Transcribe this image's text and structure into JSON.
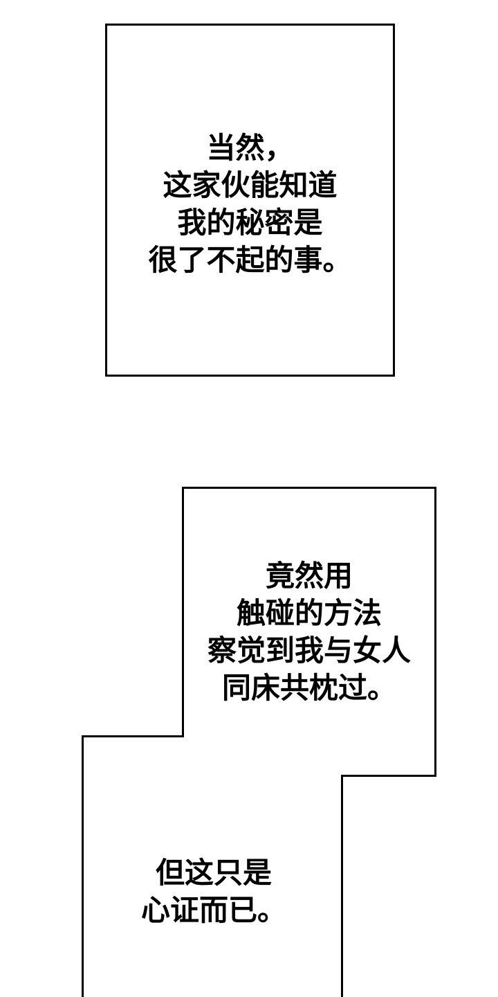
{
  "page": {
    "background_color": "#ffffff",
    "panel_fill_color": "#ffffff",
    "panel_border_color": "#000000",
    "text_color": "#000000"
  },
  "panels": [
    {
      "name": "thought-panel-1",
      "lines": [
        "当然，",
        "这家伙能知道",
        "我的秘密是",
        "很了不起的事。"
      ]
    },
    {
      "name": "thought-panel-2",
      "lines": [
        "竟然用",
        "触碰的方法",
        "察觉到我与女人",
        "同床共枕过。"
      ]
    },
    {
      "name": "thought-panel-3",
      "lines": [
        "但这只是",
        "心证而已。"
      ]
    }
  ]
}
